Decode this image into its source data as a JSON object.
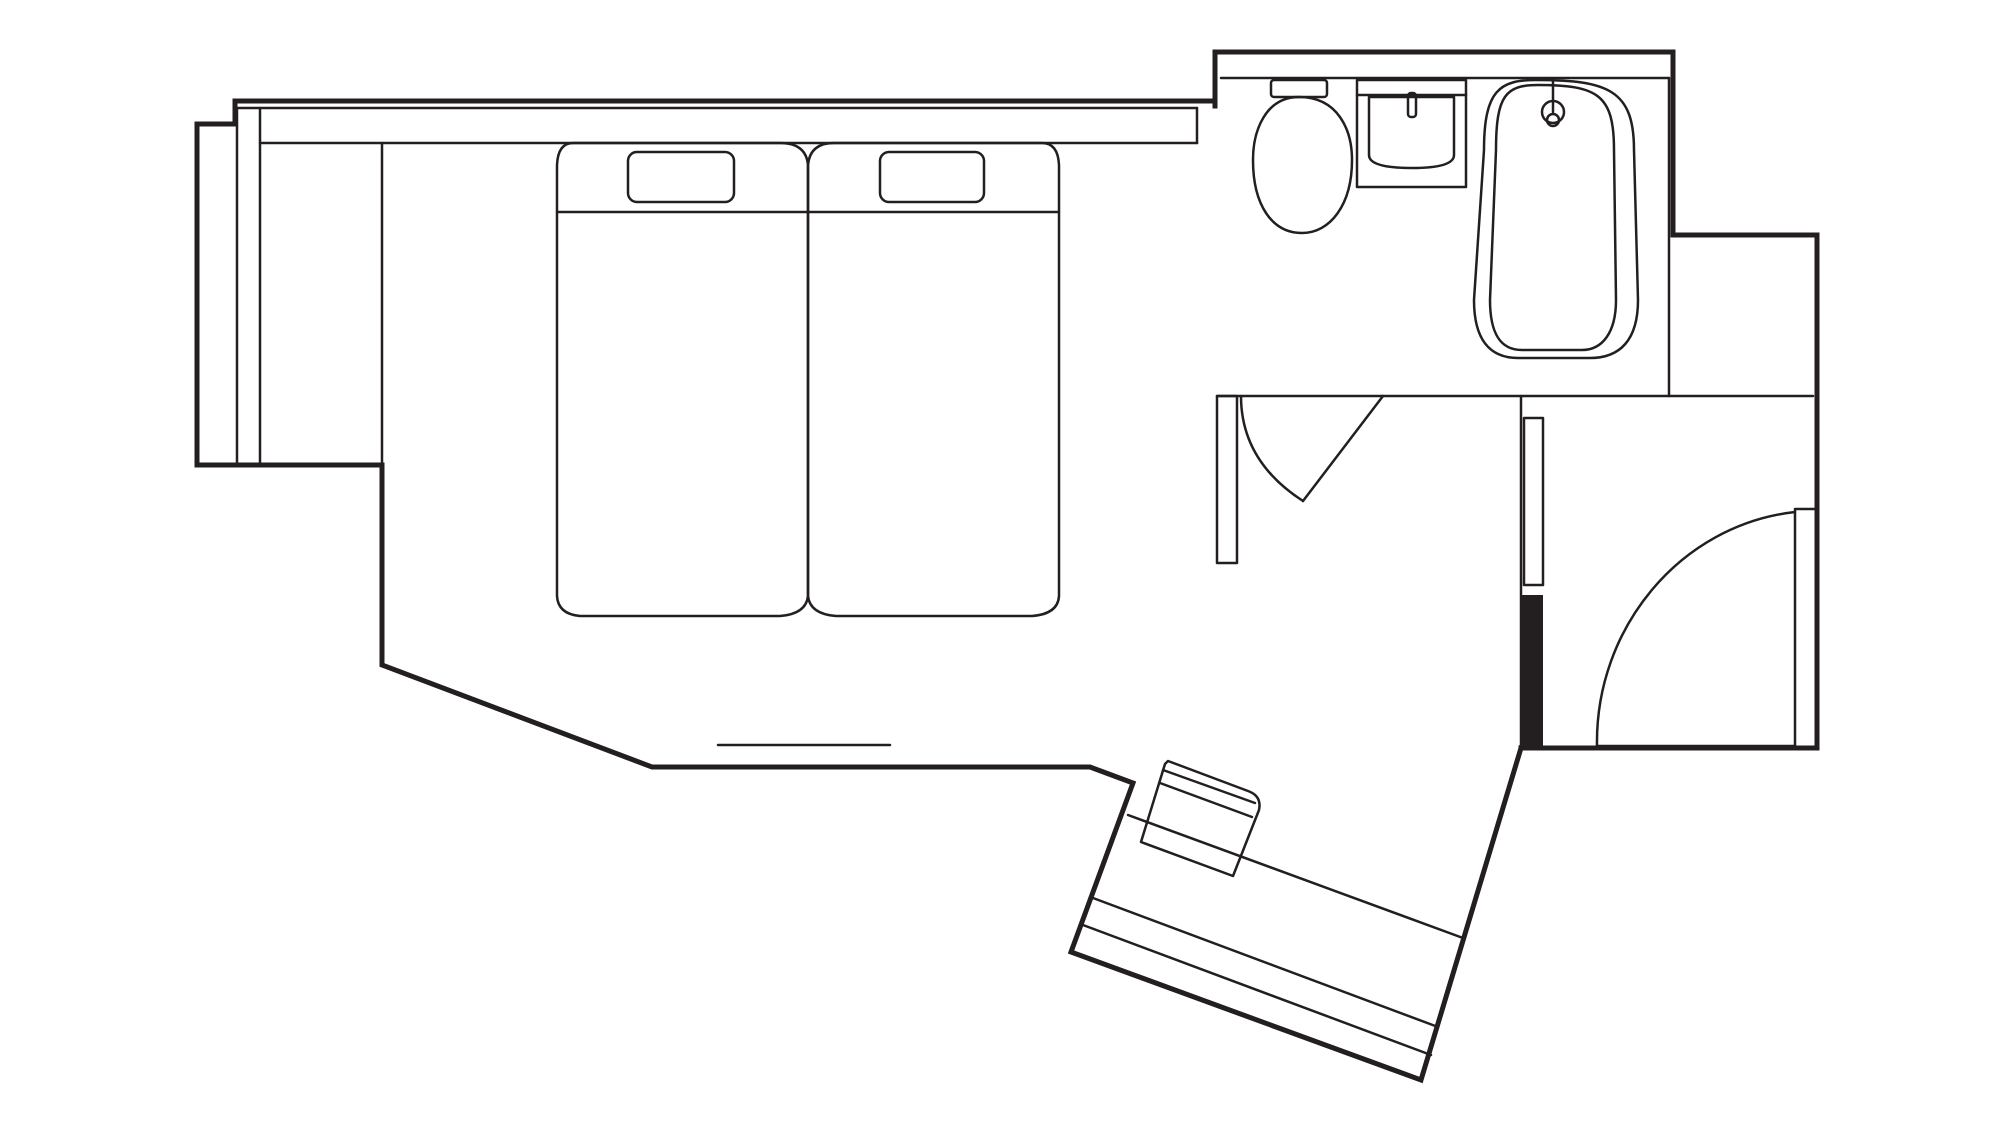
{
  "plan": {
    "colors": {
      "background": "#ffffff",
      "line": "#231f20"
    },
    "rooms": [
      "bedroom",
      "bathroom",
      "entrance"
    ],
    "fixtures": [
      "twin-bed-left",
      "twin-bed-right",
      "window-sill",
      "toilet",
      "washbasin",
      "bathtub",
      "bathroom-door",
      "entrance-door",
      "closet",
      "desk-counter",
      "chair"
    ]
  }
}
